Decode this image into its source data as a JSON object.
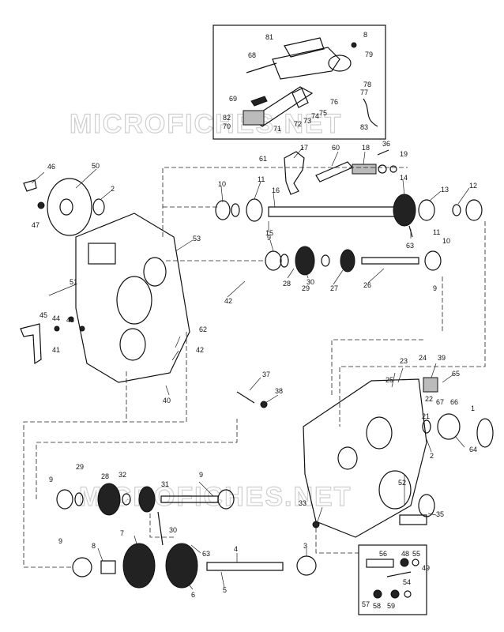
{
  "watermarks": [
    "MICROFICHES.NET",
    "MICROFICHES.NET"
  ],
  "labels": [
    "81",
    "8",
    "68",
    "79",
    "78",
    "77",
    "76",
    "75",
    "74",
    "73",
    "72",
    "71",
    "70",
    "82",
    "69",
    "83",
    "17",
    "60",
    "18",
    "36",
    "19",
    "61",
    "46",
    "50",
    "2",
    "10",
    "11",
    "16",
    "14",
    "13",
    "12",
    "47",
    "15",
    "63",
    "11",
    "10",
    "53",
    "9",
    "28",
    "29",
    "30",
    "27",
    "26",
    "9",
    "51",
    "42",
    "45",
    "44",
    "43",
    "41",
    "62",
    "42",
    "40",
    "37",
    "38",
    "23",
    "24",
    "39",
    "25",
    "65",
    "67",
    "66",
    "22",
    "21",
    "1",
    "64",
    "2",
    "52",
    "9",
    "29",
    "28",
    "32",
    "31",
    "9",
    "30",
    "33",
    "35",
    "7",
    "8",
    "9",
    "63",
    "4",
    "3",
    "6",
    "5",
    "56",
    "48",
    "55",
    "49",
    "54",
    "57",
    "58",
    "59"
  ]
}
